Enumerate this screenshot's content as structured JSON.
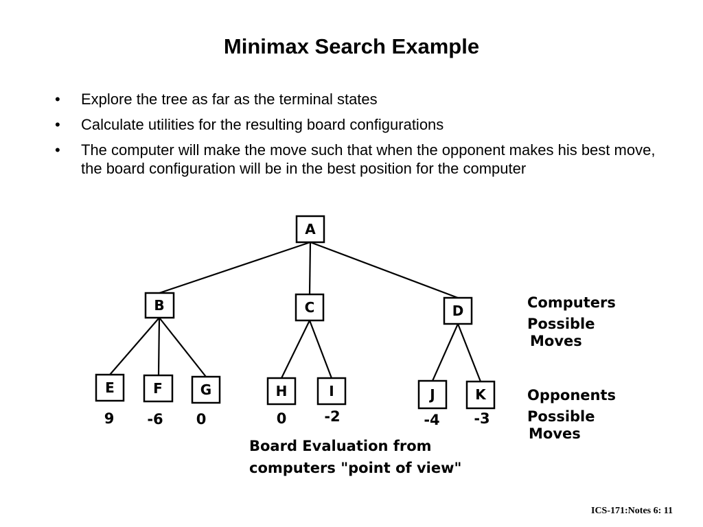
{
  "slide": {
    "title": "Minimax Search Example",
    "bullets": [
      "Explore the tree as far as the terminal states",
      "Calculate utilities for the resulting board configurations",
      "The computer will make the move such that when the opponent makes his best move, the board configuration will be in the best position for the computer"
    ],
    "footer": "ICS-171:Notes 6: 11"
  },
  "tree": {
    "root": "A",
    "computer_moves": [
      "B",
      "C",
      "D"
    ],
    "opponent_moves": {
      "B": [
        "E",
        "F",
        "G"
      ],
      "C": [
        "H",
        "I"
      ],
      "D": [
        "J",
        "K"
      ]
    },
    "leaf_values": {
      "E": "9",
      "F": "-6",
      "G": "0",
      "H": "0",
      "I": "-2",
      "J": "-4",
      "K": "-3"
    },
    "labels": {
      "computer_level": [
        "Computers",
        "Possible",
        "Moves"
      ],
      "opponent_level": [
        "Opponents",
        "Possible",
        "Moves"
      ],
      "evaluation_caption": [
        "Board Evaluation from",
        "computers \"point of view\""
      ]
    }
  }
}
